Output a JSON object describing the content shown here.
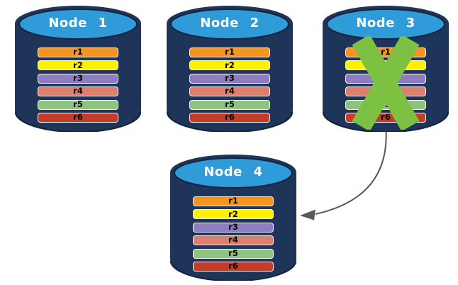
{
  "colors": {
    "background": "#FFFFFF",
    "cylinder_body": "#1E3458",
    "cylinder_rim": "#15253F",
    "cylinder_top": "#2F9CD9",
    "title_text": "#FFFFFF",
    "row_border": "#F5F5F5",
    "row_text": "#000000",
    "x_mark_green": "#7CC142",
    "arrow_gray": "#58595B"
  },
  "nodes": [
    {
      "title": "Node 1",
      "failed": false,
      "rows": [
        {
          "label": "r1",
          "color": "#F7941D"
        },
        {
          "label": "r2",
          "color": "#FFF200"
        },
        {
          "label": "r3",
          "color": "#8D7CBF"
        },
        {
          "label": "r4",
          "color": "#DE7E6E"
        },
        {
          "label": "r5",
          "color": "#90C47E"
        },
        {
          "label": "r6",
          "color": "#C33E29"
        }
      ]
    },
    {
      "title": "Node 2",
      "failed": false,
      "rows": [
        {
          "label": "r1",
          "color": "#F7941D"
        },
        {
          "label": "r2",
          "color": "#FFF200"
        },
        {
          "label": "r3",
          "color": "#8D7CBF"
        },
        {
          "label": "r4",
          "color": "#DE7E6E"
        },
        {
          "label": "r5",
          "color": "#90C47E"
        },
        {
          "label": "r6",
          "color": "#C33E29"
        }
      ]
    },
    {
      "title": "Node 3",
      "failed": true,
      "rows": [
        {
          "label": "r1",
          "color": "#F7941D"
        },
        {
          "label": "r2",
          "color": "#FFF200"
        },
        {
          "label": "r3",
          "color": "#8D7CBF"
        },
        {
          "label": "r4",
          "color": "#DE7E6E"
        },
        {
          "label": "r5",
          "color": "#90C47E"
        },
        {
          "label": "r6",
          "color": "#C33E29"
        }
      ]
    },
    {
      "title": "Node 4",
      "failed": false,
      "rows": [
        {
          "label": "r1",
          "color": "#F7941D"
        },
        {
          "label": "r2",
          "color": "#FFF200"
        },
        {
          "label": "r3",
          "color": "#8D7CBF"
        },
        {
          "label": "r4",
          "color": "#DE7E6E"
        },
        {
          "label": "r5",
          "color": "#90C47E"
        },
        {
          "label": "r6",
          "color": "#C33E29"
        }
      ]
    }
  ],
  "arrow": {
    "from": "Node 3",
    "to": "Node 4"
  }
}
